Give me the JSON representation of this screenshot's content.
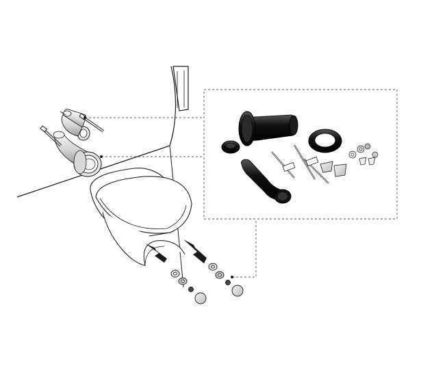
{
  "diagram": {
    "labels": [],
    "callout_box": {
      "contents": [
        "wc-connector-bend",
        "connector-seal",
        "flush-pipe-seal",
        "offset-pipe",
        "mounting-bolts",
        "wall-plugs",
        "washers-and-nuts"
      ]
    },
    "colors": {
      "line": "#1a1a1a",
      "dashed": "#555555",
      "pipe_light": "#e8e8e8",
      "pipe_dark": "#111111",
      "arrow": "#1a1a1a",
      "cap": "#e0e0e0"
    }
  }
}
